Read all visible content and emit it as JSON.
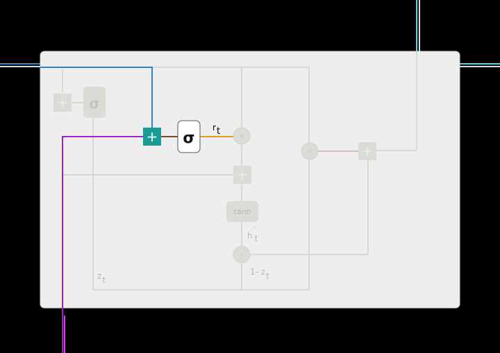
{
  "diagram": {
    "colors": {
      "background": "#000000",
      "panel": "#eeeeee",
      "panel_border": "#d6d6d6",
      "faded_line": "#d2d2cc",
      "faded_node": "#dcdcd6",
      "faded_text": "#b8b8b0",
      "accent_blue": "#2e86c1",
      "accent_magenta": "#a020c8",
      "accent_orange": "#e69a22",
      "accent_brown": "#7a4a22",
      "accent_teal": "#1a9b93",
      "input_cyan": "#4fd6e6",
      "faded_red": "#d8a8a0"
    },
    "labels": {
      "gate_sigma_active": "σ",
      "gate_sigma_faded": "σ",
      "tanh": "tanh",
      "r_t_main": "r",
      "r_t_sub": "t",
      "h_t_main": "h",
      "h_t_prime": "'",
      "h_t_sub": "t",
      "z_t_main": "z",
      "z_t_sub": "t",
      "one_minus_z_main": "1- z",
      "one_minus_z_sub": "t",
      "plus_symbol": "+",
      "dot_symbol": "·"
    }
  }
}
